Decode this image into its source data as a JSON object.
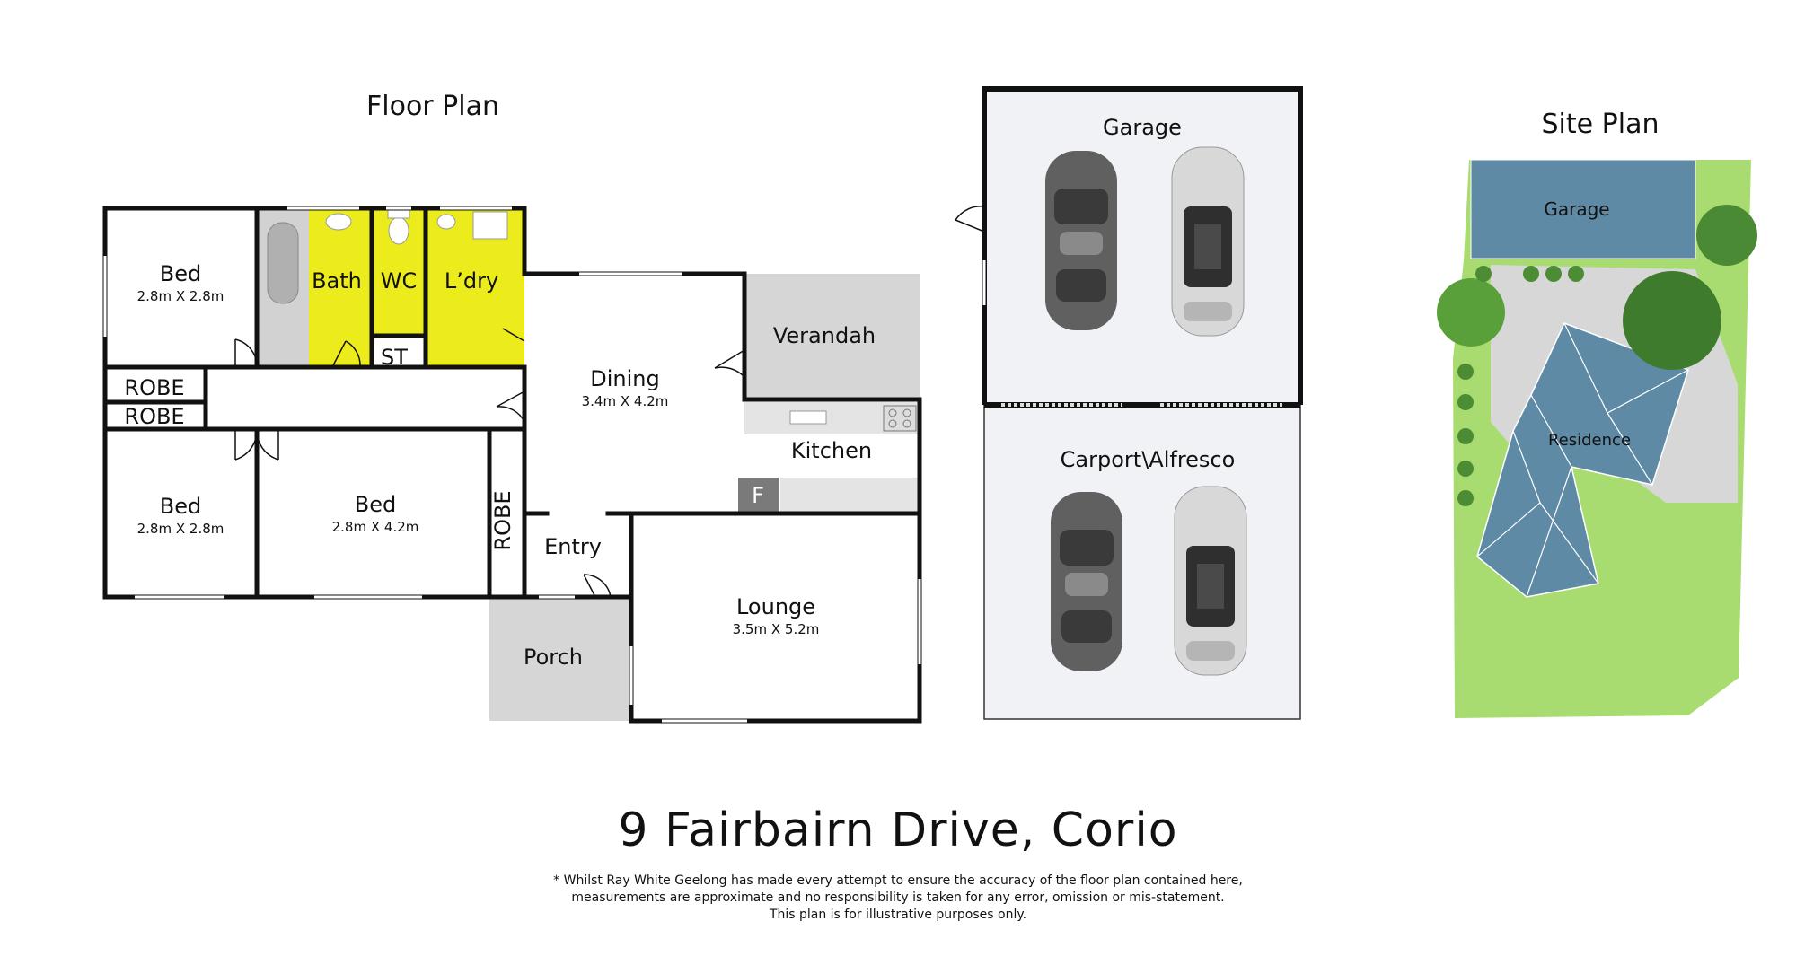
{
  "floor_plan": {
    "heading": "Floor Plan",
    "rooms": {
      "bed1": {
        "name": "Bed",
        "dims": "2.8m X 2.8m"
      },
      "bed2": {
        "name": "Bed",
        "dims": "2.8m X 2.8m"
      },
      "bed3": {
        "name": "Bed",
        "dims": "2.8m X 4.2m"
      },
      "bath": {
        "name": "Bath"
      },
      "wc": {
        "name": "WC"
      },
      "laundry": {
        "name": "L’dry"
      },
      "store": {
        "name": "ST"
      },
      "robe1": {
        "name": "ROBE"
      },
      "robe2": {
        "name": "ROBE"
      },
      "robe3": {
        "name": "ROBE"
      },
      "dining": {
        "name": "Dining",
        "dims": "3.4m X 4.2m"
      },
      "verandah": {
        "name": "Verandah"
      },
      "kitchen": {
        "name": "Kitchen"
      },
      "fridge": {
        "name": "F"
      },
      "entry": {
        "name": "Entry"
      },
      "porch": {
        "name": "Porch"
      },
      "lounge": {
        "name": "Lounge",
        "dims": "3.5m X 5.2m"
      }
    },
    "colors": {
      "wet_area": "#ecec1c",
      "outdoor": "#d6d6d6",
      "wall": "#111111"
    }
  },
  "garage_plan": {
    "garage_label": "Garage",
    "carport_label": "Carport\\Alfresco",
    "colors": {
      "floor": "#f1f2f6"
    }
  },
  "site_plan": {
    "heading": "Site Plan",
    "garage_label": "Garage",
    "residence_label": "Residence",
    "colors": {
      "lawn": "#a9dc70",
      "roof": "#5f8aa6",
      "paving": "#d7d7d7"
    }
  },
  "footer": {
    "address": "9 Fairbairn Drive, Corio",
    "disclaimer_lines": [
      "* Whilst Ray White Geelong has made every attempt to ensure the accuracy of the floor plan contained here,",
      "measurements are approximate and no responsibility is taken for any error, omission or mis-statement.",
      "This plan is for illustrative purposes only."
    ]
  }
}
